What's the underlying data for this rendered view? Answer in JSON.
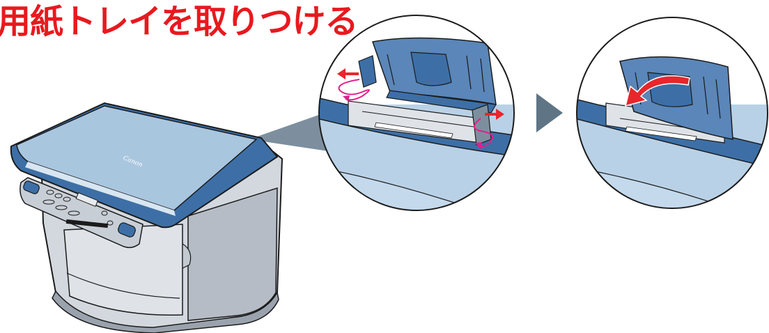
{
  "title": "用紙トレイを取りつける",
  "brand_label": "Canon",
  "colors": {
    "title": "#e8191e",
    "printer_blue": "#3d6fa6",
    "printer_blue_dark": "#1f3f66",
    "lid_light": "#a9c6df",
    "body_gray": "#d3d8de",
    "body_gray_dark": "#9aa3ad",
    "arrow_red": "#e8262c",
    "spring_pink": "#e0208c",
    "step_arrow_gray": "#5f7585"
  },
  "icons": [
    "printer-illustration",
    "zoom-callout",
    "step-arrow-icon",
    "slide-arrow-icon",
    "rotate-arrow-icon"
  ]
}
